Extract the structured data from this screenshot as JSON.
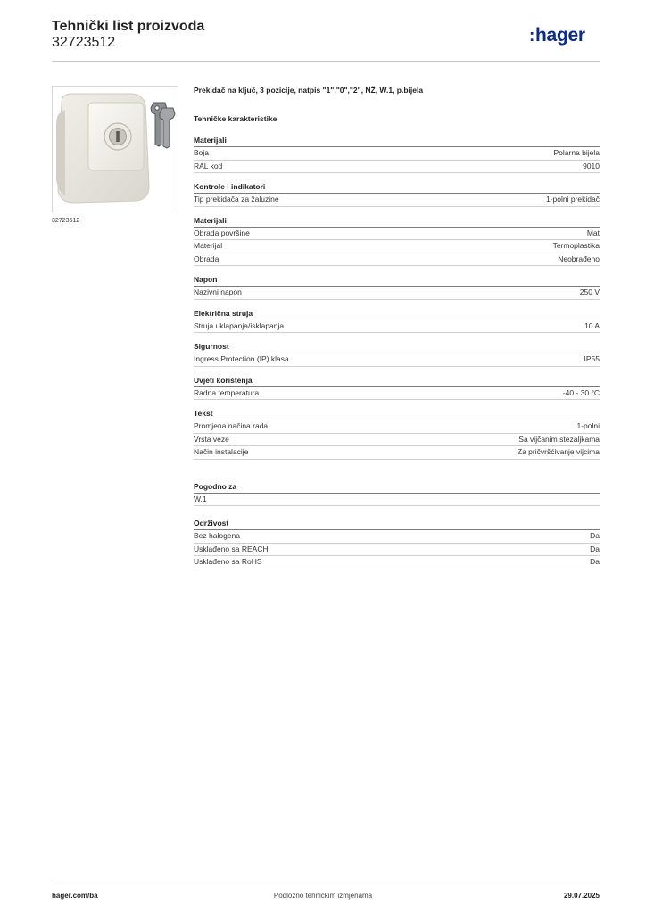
{
  "header": {
    "title": "Tehnički list proizvoda",
    "code": "32723512",
    "logo_text": "hager",
    "logo_colon": ":"
  },
  "image": {
    "caption": "32723512"
  },
  "product_description": "Prekidač na ključ, 3 pozicije, natpis \"1\",\"0\",\"2\", NŽ, W.1, p.bijela",
  "characteristics_heading": "Tehničke karakteristike",
  "sections": [
    {
      "title": "Materijali",
      "gap": 0,
      "rows": [
        {
          "label": "Boja",
          "value": "Polarna bijela"
        },
        {
          "label": "RAL kod",
          "value": "9010"
        }
      ]
    },
    {
      "title": "Kontrole i indikatori",
      "gap": 9,
      "rows": [
        {
          "label": "Tip prekidača za žaluzine",
          "value": "1-polni prekidač"
        }
      ]
    },
    {
      "title": "Materijali",
      "gap": 9,
      "rows": [
        {
          "label": "Obrada površine",
          "value": "Mat"
        },
        {
          "label": "Materijal",
          "value": "Termoplastika"
        },
        {
          "label": "Obrada",
          "value": "Neobrađeno"
        }
      ]
    },
    {
      "title": "Napon",
      "gap": 9,
      "rows": [
        {
          "label": "Nazivni napon",
          "value": "250 V"
        }
      ]
    },
    {
      "title": "Električna struja",
      "gap": 9,
      "rows": [
        {
          "label": "Struja uklapanja/isklapanja",
          "value": "10 A"
        }
      ]
    },
    {
      "title": "Sigurnost",
      "gap": 9,
      "rows": [
        {
          "label": "Ingress Protection (IP) klasa",
          "value": "IP55"
        }
      ]
    },
    {
      "title": "Uvjeti korištenja",
      "gap": 9,
      "rows": [
        {
          "label": "Radna temperatura",
          "value": "-40 - 30 °C"
        }
      ]
    },
    {
      "title": "Tekst",
      "gap": 9,
      "rows": [
        {
          "label": "Promjena načina rada",
          "value": "1-polni"
        },
        {
          "label": "Vrsta veze",
          "value": "Sa vijčanim stezaljkama"
        },
        {
          "label": "Način instalacije",
          "value": "Za pričvršćivanje vijcima"
        }
      ]
    },
    {
      "title": "Pogodno za",
      "gap": 24,
      "rows": [
        {
          "label": "W.1",
          "value": ""
        }
      ]
    },
    {
      "title": "Održivost",
      "gap": 13,
      "rows": [
        {
          "label": "Bez halogena",
          "value": "Da"
        },
        {
          "label": "Usklađeno sa REACH",
          "value": "Da"
        },
        {
          "label": "Usklađeno sa RoHS",
          "value": "Da"
        }
      ]
    }
  ],
  "footer": {
    "left": "hager.com/ba",
    "center": "Podložno tehničkim izmjenama",
    "right": "29.07.2025"
  }
}
